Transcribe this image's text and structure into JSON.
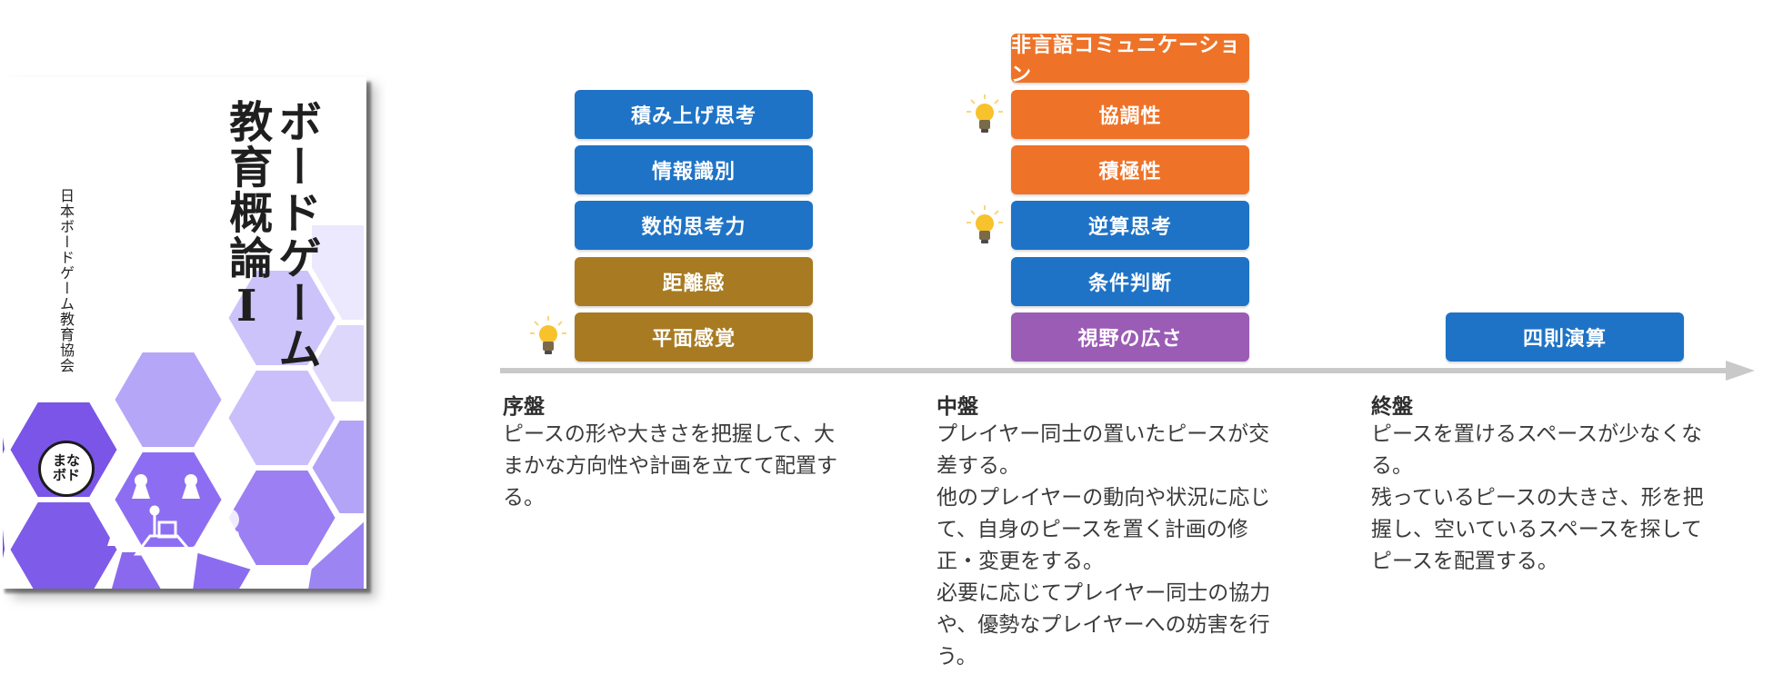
{
  "book": {
    "title_line1": "ボードゲーム",
    "title_line2": "教育概論Ⅰ",
    "organization": "日本ボードゲーム教育協会",
    "logo_top": "まな",
    "logo_bottom": "ボド"
  },
  "colors": {
    "blue": "#1f73c6",
    "brown": "#a87b22",
    "orange": "#ee7328",
    "purple": "#9b5cb5",
    "hex_purple": "#8b6cf0",
    "hex_light": "#ccc3fb"
  },
  "phases": [
    {
      "title": "序盤",
      "text": "ピースの形や大きさを把握して、大\nまかな方向性や計画を立てて配置す\nる。",
      "badges": [
        "積み上げ思考",
        "情報識別",
        "数的思考力",
        "距離感",
        "平面感覚"
      ]
    },
    {
      "title": "中盤",
      "text": "プレイヤー同士の置いたピースが交\n差する。\n他のプレイヤーの動向や状況に応じ\nて、自身のピースを置く計画の修\n正・変更をする。\n必要に応じてプレイヤー同士の協力\nや、優勢なプレイヤーへの妨害を行\nう。",
      "badges": [
        "非言語コミュニケーション",
        "協調性",
        "積極性",
        "逆算思考",
        "条件判断",
        "視野の広さ"
      ]
    },
    {
      "title": "終盤",
      "text": "ピースを置けるスペースが少なくな\nる。\n残っているピースの大きさ、形を把\n握し、空いているスペースを探して\nピースを配置する。",
      "badges": [
        "四則演算"
      ]
    }
  ]
}
